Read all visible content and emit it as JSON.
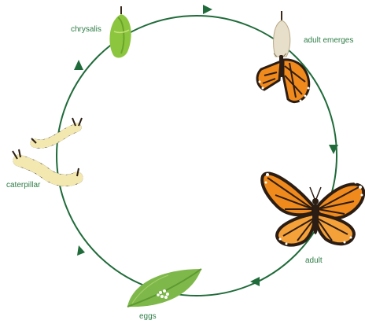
{
  "stages": [
    {
      "id": "chrysalis",
      "label": "chrysalis"
    },
    {
      "id": "adult-emerges",
      "label": "adult emerges"
    },
    {
      "id": "adult",
      "label": "adult"
    },
    {
      "id": "eggs",
      "label": "eggs"
    },
    {
      "id": "caterpillar",
      "label": "caterpillar"
    }
  ],
  "colors": {
    "cycle_line": "#1f6b3a",
    "label_text": "#2e7d46",
    "wing_orange": "#f08a1c",
    "wing_dark": "#2b1d14",
    "leaf_green": "#7fb84a",
    "chrysalis_green": "#8cc63f"
  }
}
